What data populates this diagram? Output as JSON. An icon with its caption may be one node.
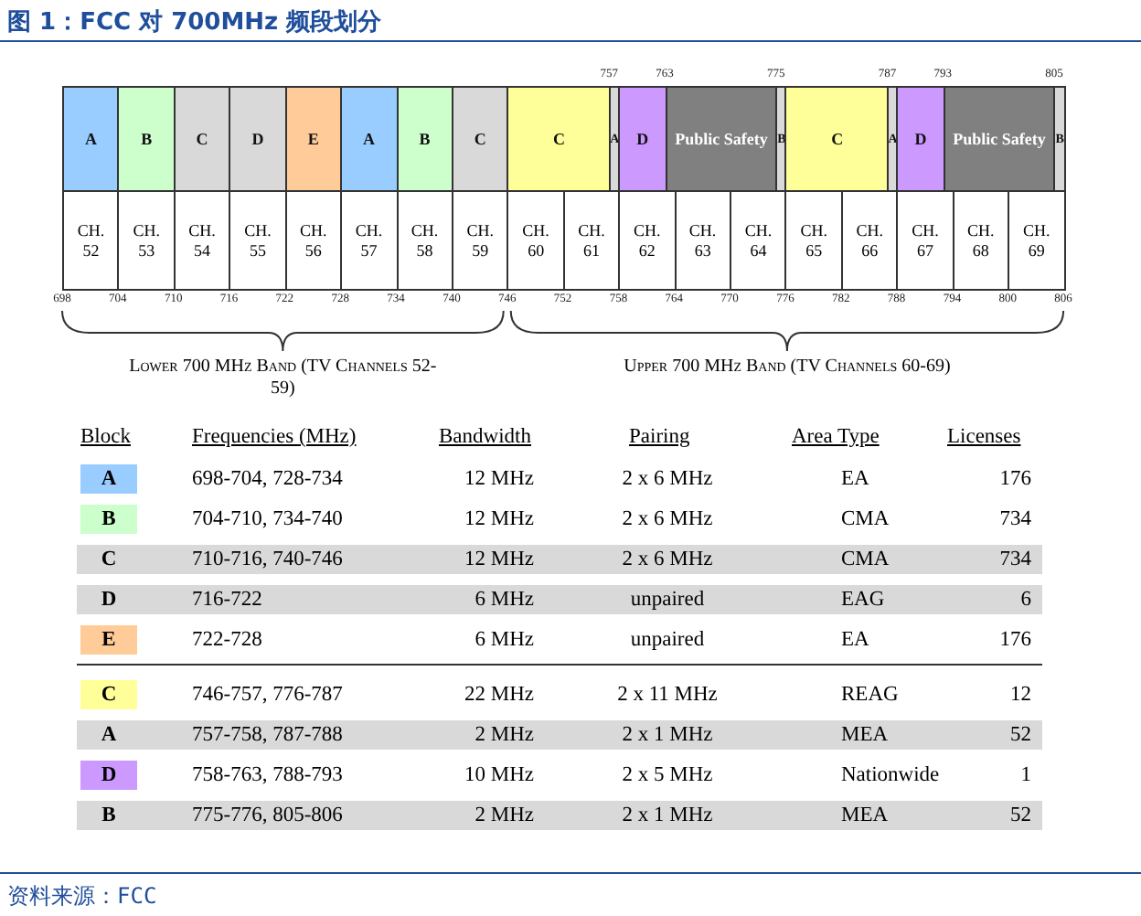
{
  "diagram": {
    "title": "图 1：FCC 对 700MHz 频段划分",
    "caption": "资料来源：FCC",
    "nodes": [
      {
        "text": [
          "A"
        ]
      },
      {
        "text": [
          "B"
        ]
      },
      {
        "text": [
          "C"
        ]
      },
      {
        "text": [
          "D"
        ]
      },
      {
        "text": [
          "E"
        ]
      },
      {
        "text": [
          "A"
        ]
      },
      {
        "text": [
          "B"
        ]
      },
      {
        "text": [
          "C"
        ]
      },
      {
        "text": [
          "C"
        ]
      },
      {
        "text": [
          "A"
        ]
      },
      {
        "text": [
          "D"
        ]
      },
      {
        "text": [
          "Public Safety"
        ]
      },
      {
        "text": [
          "B"
        ]
      },
      {
        "text": [
          "C"
        ]
      },
      {
        "text": [
          "A"
        ]
      },
      {
        "text": [
          "D"
        ]
      },
      {
        "text": [
          "Public Safety"
        ]
      },
      {
        "text": [
          "B"
        ]
      },
      {
        "text": [
          "CH. 52"
        ]
      },
      {
        "text": [
          "CH. 53"
        ]
      },
      {
        "text": [
          "CH. 54"
        ]
      },
      {
        "text": [
          "CH. 55"
        ]
      },
      {
        "text": [
          "CH. 56"
        ]
      },
      {
        "text": [
          "CH. 57"
        ]
      },
      {
        "text": [
          "CH. 58"
        ]
      },
      {
        "text": [
          "CH. 59"
        ]
      },
      {
        "text": [
          "CH. 60"
        ]
      },
      {
        "text": [
          "CH. 61"
        ]
      },
      {
        "text": [
          "CH. 62"
        ]
      },
      {
        "text": [
          "CH. 63"
        ]
      },
      {
        "text": [
          "CH. 64"
        ]
      },
      {
        "text": [
          "CH. 65"
        ]
      },
      {
        "text": [
          "CH. 66"
        ]
      },
      {
        "text": [
          "CH. 67"
        ]
      },
      {
        "text": [
          "CH. 68"
        ]
      },
      {
        "text": [
          "CH. 69"
        ]
      }
    ],
    "edges": [],
    "labels": [
      "757",
      "763",
      "775",
      "787",
      "793",
      "805",
      "698",
      "704",
      "710",
      "716",
      "722",
      "728",
      "734",
      "740",
      "746",
      "752",
      "758",
      "764",
      "770",
      "776",
      "782",
      "788",
      "794",
      "800",
      "806",
      "Lower 700 MHz Band (TV Channels 52-59)",
      "Upper 700 MHz Band (TV Channels 60-69)",
      "Block",
      "Frequencies (MHz)",
      "Bandwidth",
      "Pairing",
      "Area Type",
      "Licenses",
      "A",
      "698-704, 728-734",
      "12 MHz",
      "2 x 6 MHz",
      "EA",
      "176",
      "B",
      "704-710, 734-740",
      "12 MHz",
      "2 x 6 MHz",
      "CMA",
      "734",
      "C",
      "710-716, 740-746",
      "12 MHz",
      "2 x 6 MHz",
      "CMA",
      "734",
      "D",
      "716-722",
      "6 MHz",
      "unpaired",
      "EAG",
      "6",
      "E",
      "722-728",
      "6 MHz",
      "unpaired",
      "EA",
      "176",
      "C",
      "746-757, 776-787",
      "22 MHz",
      "2 x 11 MHz",
      "REAG",
      "12",
      "A",
      "757-758, 787-788",
      "2 MHz",
      "2 x 1 MHz",
      "MEA",
      "52",
      "D",
      "758-763, 788-793",
      "10 MHz",
      "2 x 5 MHz",
      "Nationwide",
      "1",
      "B",
      "775-776, 805-806",
      "2 MHz",
      "2 x 1 MHz",
      "MEA",
      "52"
    ]
  }
}
